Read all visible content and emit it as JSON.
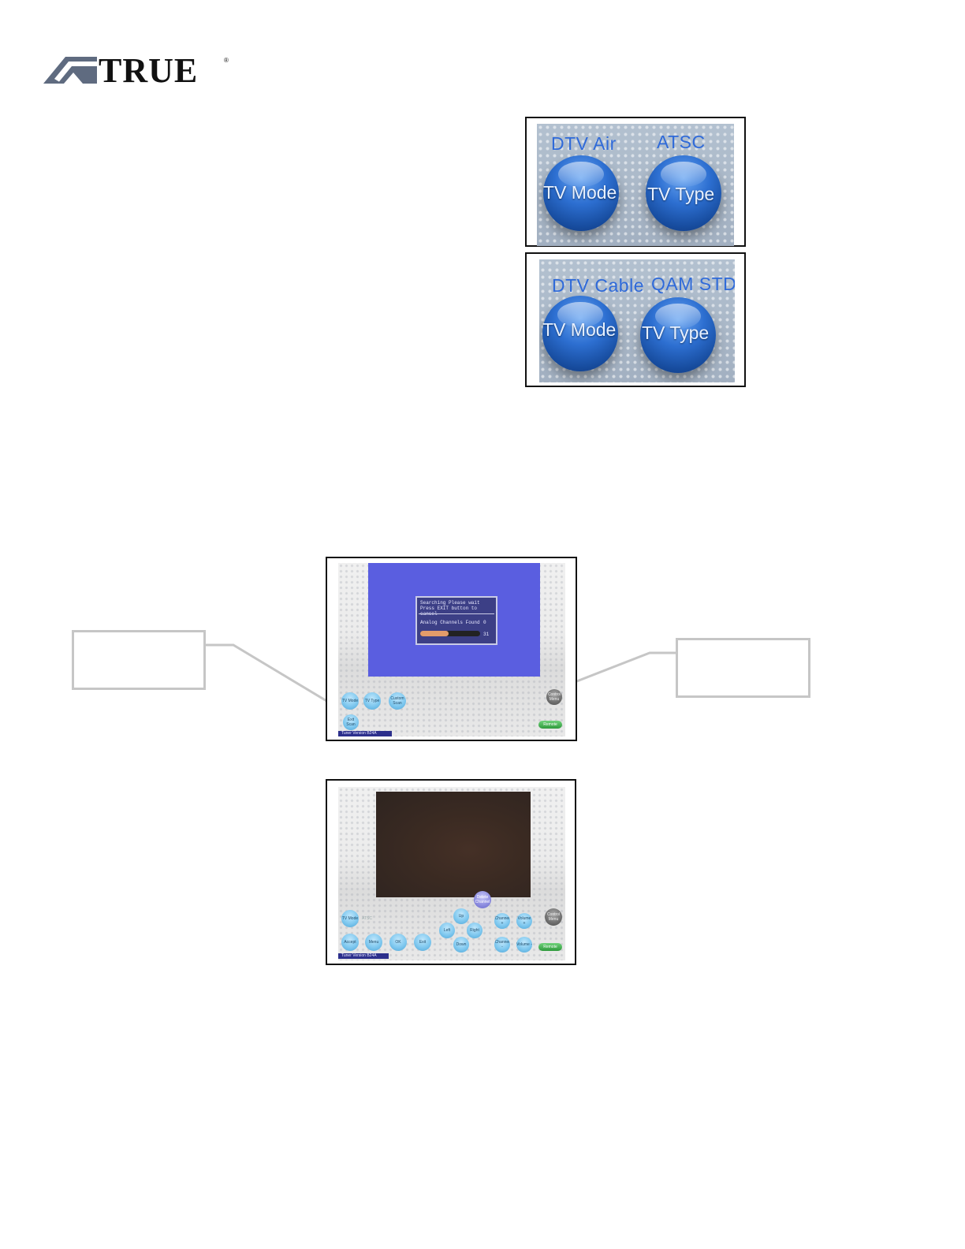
{
  "logo": {
    "wordmark": "TRUE",
    "registered": "®",
    "mark_icon": "true-logo-mark-icon"
  },
  "tv_mode_panels": [
    {
      "mode_value": "DTV Air",
      "type_value": "ATSC",
      "mode_button": "TV Mode",
      "type_button": "TV Type"
    },
    {
      "mode_value": "DTV Cable",
      "type_value": "QAM STD",
      "mode_button": "TV Mode",
      "type_button": "TV Type"
    }
  ],
  "scan_screen": {
    "dialog_line1": "Searching    Please wait",
    "dialog_line2": "Press EXIT button to cancel",
    "found_label": "Analog Channels Found",
    "found_count": "0",
    "progress_end": "31",
    "progress_fraction": 0.48,
    "buttons": [
      "TV Mode",
      "TV Type",
      "Custom Scan",
      "Exit Scan"
    ],
    "control_menu": "Control Menu",
    "setup_button": "Remote",
    "version": "Tuner Version B24A"
  },
  "tuner_screen": {
    "tv_mode_button": "TV Mode",
    "mode_hint": "ATSC",
    "up_button": "Up",
    "left_button": "Left",
    "right_button": "Right",
    "down_button": "Down",
    "delete_channel_button": "Delete Channel",
    "channel_up_button": "Channel +",
    "volume_up_button": "Volume +",
    "channel_down_button": "Channel -",
    "volume_down_button": "Volume -",
    "control_menu": "Control Menu",
    "bottom_buttons": [
      "Accept",
      "Menu",
      "OK",
      "Exit"
    ],
    "remote_button": "Remote",
    "version": "Tuner Version B24A"
  },
  "colors": {
    "accent_blue": "#2f6ad9",
    "scan_blue": "#5a5ee0",
    "frame_border": "#111111",
    "callout_border": "#c6c6c6"
  }
}
